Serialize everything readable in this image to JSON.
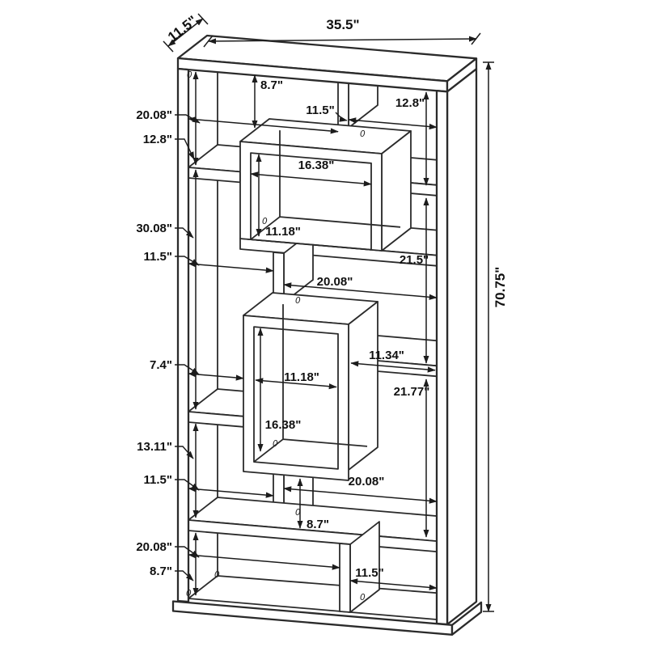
{
  "diagram_title": "Bookcase dimension diagram",
  "labels": {
    "overall": {
      "width": "35.5\"",
      "depth": "11.5\"",
      "height": "70.75\""
    },
    "left_callouts": [
      "20.08\"",
      "12.8\"",
      "30.08\"",
      "11.5\"",
      "7.4\"",
      "13.11\"",
      "11.5\"",
      "20.08\"",
      "8.7\""
    ],
    "inner_callouts": [
      {
        "id": "top-shelf-height",
        "text": "8.7\""
      },
      {
        "id": "top-right-width",
        "text": "11.5\""
      },
      {
        "id": "top-right-height",
        "text": "12.8\""
      },
      {
        "id": "upper-box-width",
        "text": "16.38\""
      },
      {
        "id": "upper-box-height",
        "text": "11.18\""
      },
      {
        "id": "right-mid-height",
        "text": "21.5\""
      },
      {
        "id": "mid-width",
        "text": "20.08\""
      },
      {
        "id": "lower-right-width",
        "text": "11.34\""
      },
      {
        "id": "lower-box-width",
        "text": "11.18\""
      },
      {
        "id": "lower-box-height",
        "text": "16.38\""
      },
      {
        "id": "right-lower-height",
        "text": "21.77\""
      },
      {
        "id": "bottom-mid-width",
        "text": "20.08\""
      },
      {
        "id": "bottom-mid-height",
        "text": "8.7\""
      },
      {
        "id": "bottom-right-width",
        "text": "11.5\""
      }
    ],
    "zero_marker": "0"
  },
  "line_color": "#2b2b2b",
  "background": "#ffffff"
}
